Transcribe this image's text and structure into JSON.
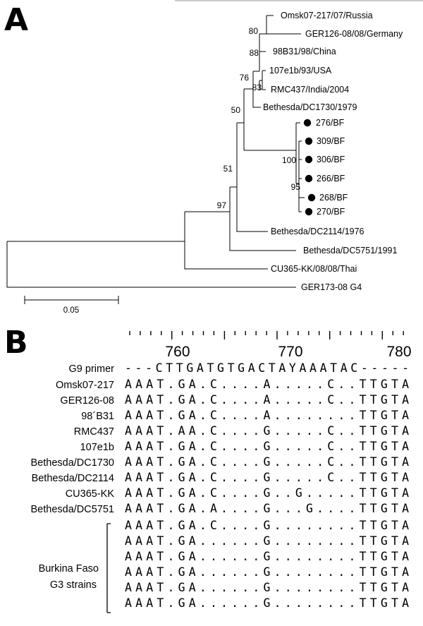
{
  "panel_a": {
    "letter": "A",
    "tips": [
      {
        "id": "omsk",
        "label": "Omsk07-217/07/Russia"
      },
      {
        "id": "ger126",
        "label": "GER126-08/08/Germany"
      },
      {
        "id": "b98",
        "label": "98B31/98/China"
      },
      {
        "id": "e107",
        "label": "107e1b/93/USA"
      },
      {
        "id": "rmc",
        "label": "RMC437/India/2004"
      },
      {
        "id": "dc1730",
        "label": "Bethesda/DC1730/1979"
      },
      {
        "id": "bf276",
        "label": "276/BF",
        "marker": "filled-circle"
      },
      {
        "id": "bf309",
        "label": "309/BF",
        "marker": "filled-circle"
      },
      {
        "id": "bf306",
        "label": "306/BF",
        "marker": "filled-circle"
      },
      {
        "id": "bf266",
        "label": "266/BF",
        "marker": "filled-circle"
      },
      {
        "id": "bf268",
        "label": "268/BF",
        "marker": "filled-circle"
      },
      {
        "id": "bf270",
        "label": "270/BF",
        "marker": "filled-circle"
      },
      {
        "id": "dc2114",
        "label": "Bethesda/DC2114/1976"
      },
      {
        "id": "dc5751",
        "label": "Bethesda/DC5751/1991"
      },
      {
        "id": "cu365",
        "label": "CU365-KK/08/08/Thai"
      },
      {
        "id": "ger173",
        "label": "GER173-08 G4"
      }
    ],
    "bootstrap": [
      {
        "id": "n80",
        "value": "80"
      },
      {
        "id": "n88",
        "value": "88"
      },
      {
        "id": "n83",
        "value": "83"
      },
      {
        "id": "n76",
        "value": "76"
      },
      {
        "id": "n50",
        "value": "50"
      },
      {
        "id": "n100",
        "value": "100"
      },
      {
        "id": "n95",
        "value": "95"
      },
      {
        "id": "n51",
        "value": "51"
      },
      {
        "id": "n97",
        "value": "97"
      }
    ],
    "scale_bar_label": "0.05"
  },
  "panel_b": {
    "letter": "B",
    "ruler_numbers": [
      "760",
      "770",
      "780"
    ],
    "primer": {
      "name": "G9 primer",
      "sequence": "---CTTGATGTGACTAYAAATAC-----"
    },
    "rows": [
      {
        "name": "Omsk07-217",
        "sequence": "AAAT.GA.C....A.....C..TTGTA"
      },
      {
        "name": "GER126-08",
        "sequence": "AAAT.GA.C....A.....C..TTGTA"
      },
      {
        "name": "98´B31",
        "sequence": "AAAT.GA.C....A........TTGTA"
      },
      {
        "name": "RMC437",
        "sequence": "AAAT.AA.C....G.....C..TTGTA"
      },
      {
        "name": "107e1b",
        "sequence": "AAAT.GA.C....G.....C..TTGTA"
      },
      {
        "name": "Bethesda/DC1730",
        "sequence": "AAAT.GA.C....G.....C..TTGTA"
      },
      {
        "name": "Bethesda/DC2114",
        "sequence": "AAAT.GA.C....G.....C..TTGTA"
      },
      {
        "name": "CU365-KK",
        "sequence": "AAAT.GA.C....G..G.....TTGTA"
      },
      {
        "name": "Bethesda/DC5751",
        "sequence": "AAAT.GA.A....G...G....TTGTA"
      }
    ],
    "group": {
      "label_line1": "Burkina Faso",
      "label_line2": "G3 strains",
      "sequences": [
        "AAAT.GA.C....G........TTGTA",
        "AAAT.GA......G........TTGTA",
        "AAAT.GA......G........TTGTA",
        "AAAT.GA......G........TTGTA",
        "AAAT.GA......G........TTGTA",
        "AAAT.GA......G........TTGTA"
      ]
    }
  }
}
